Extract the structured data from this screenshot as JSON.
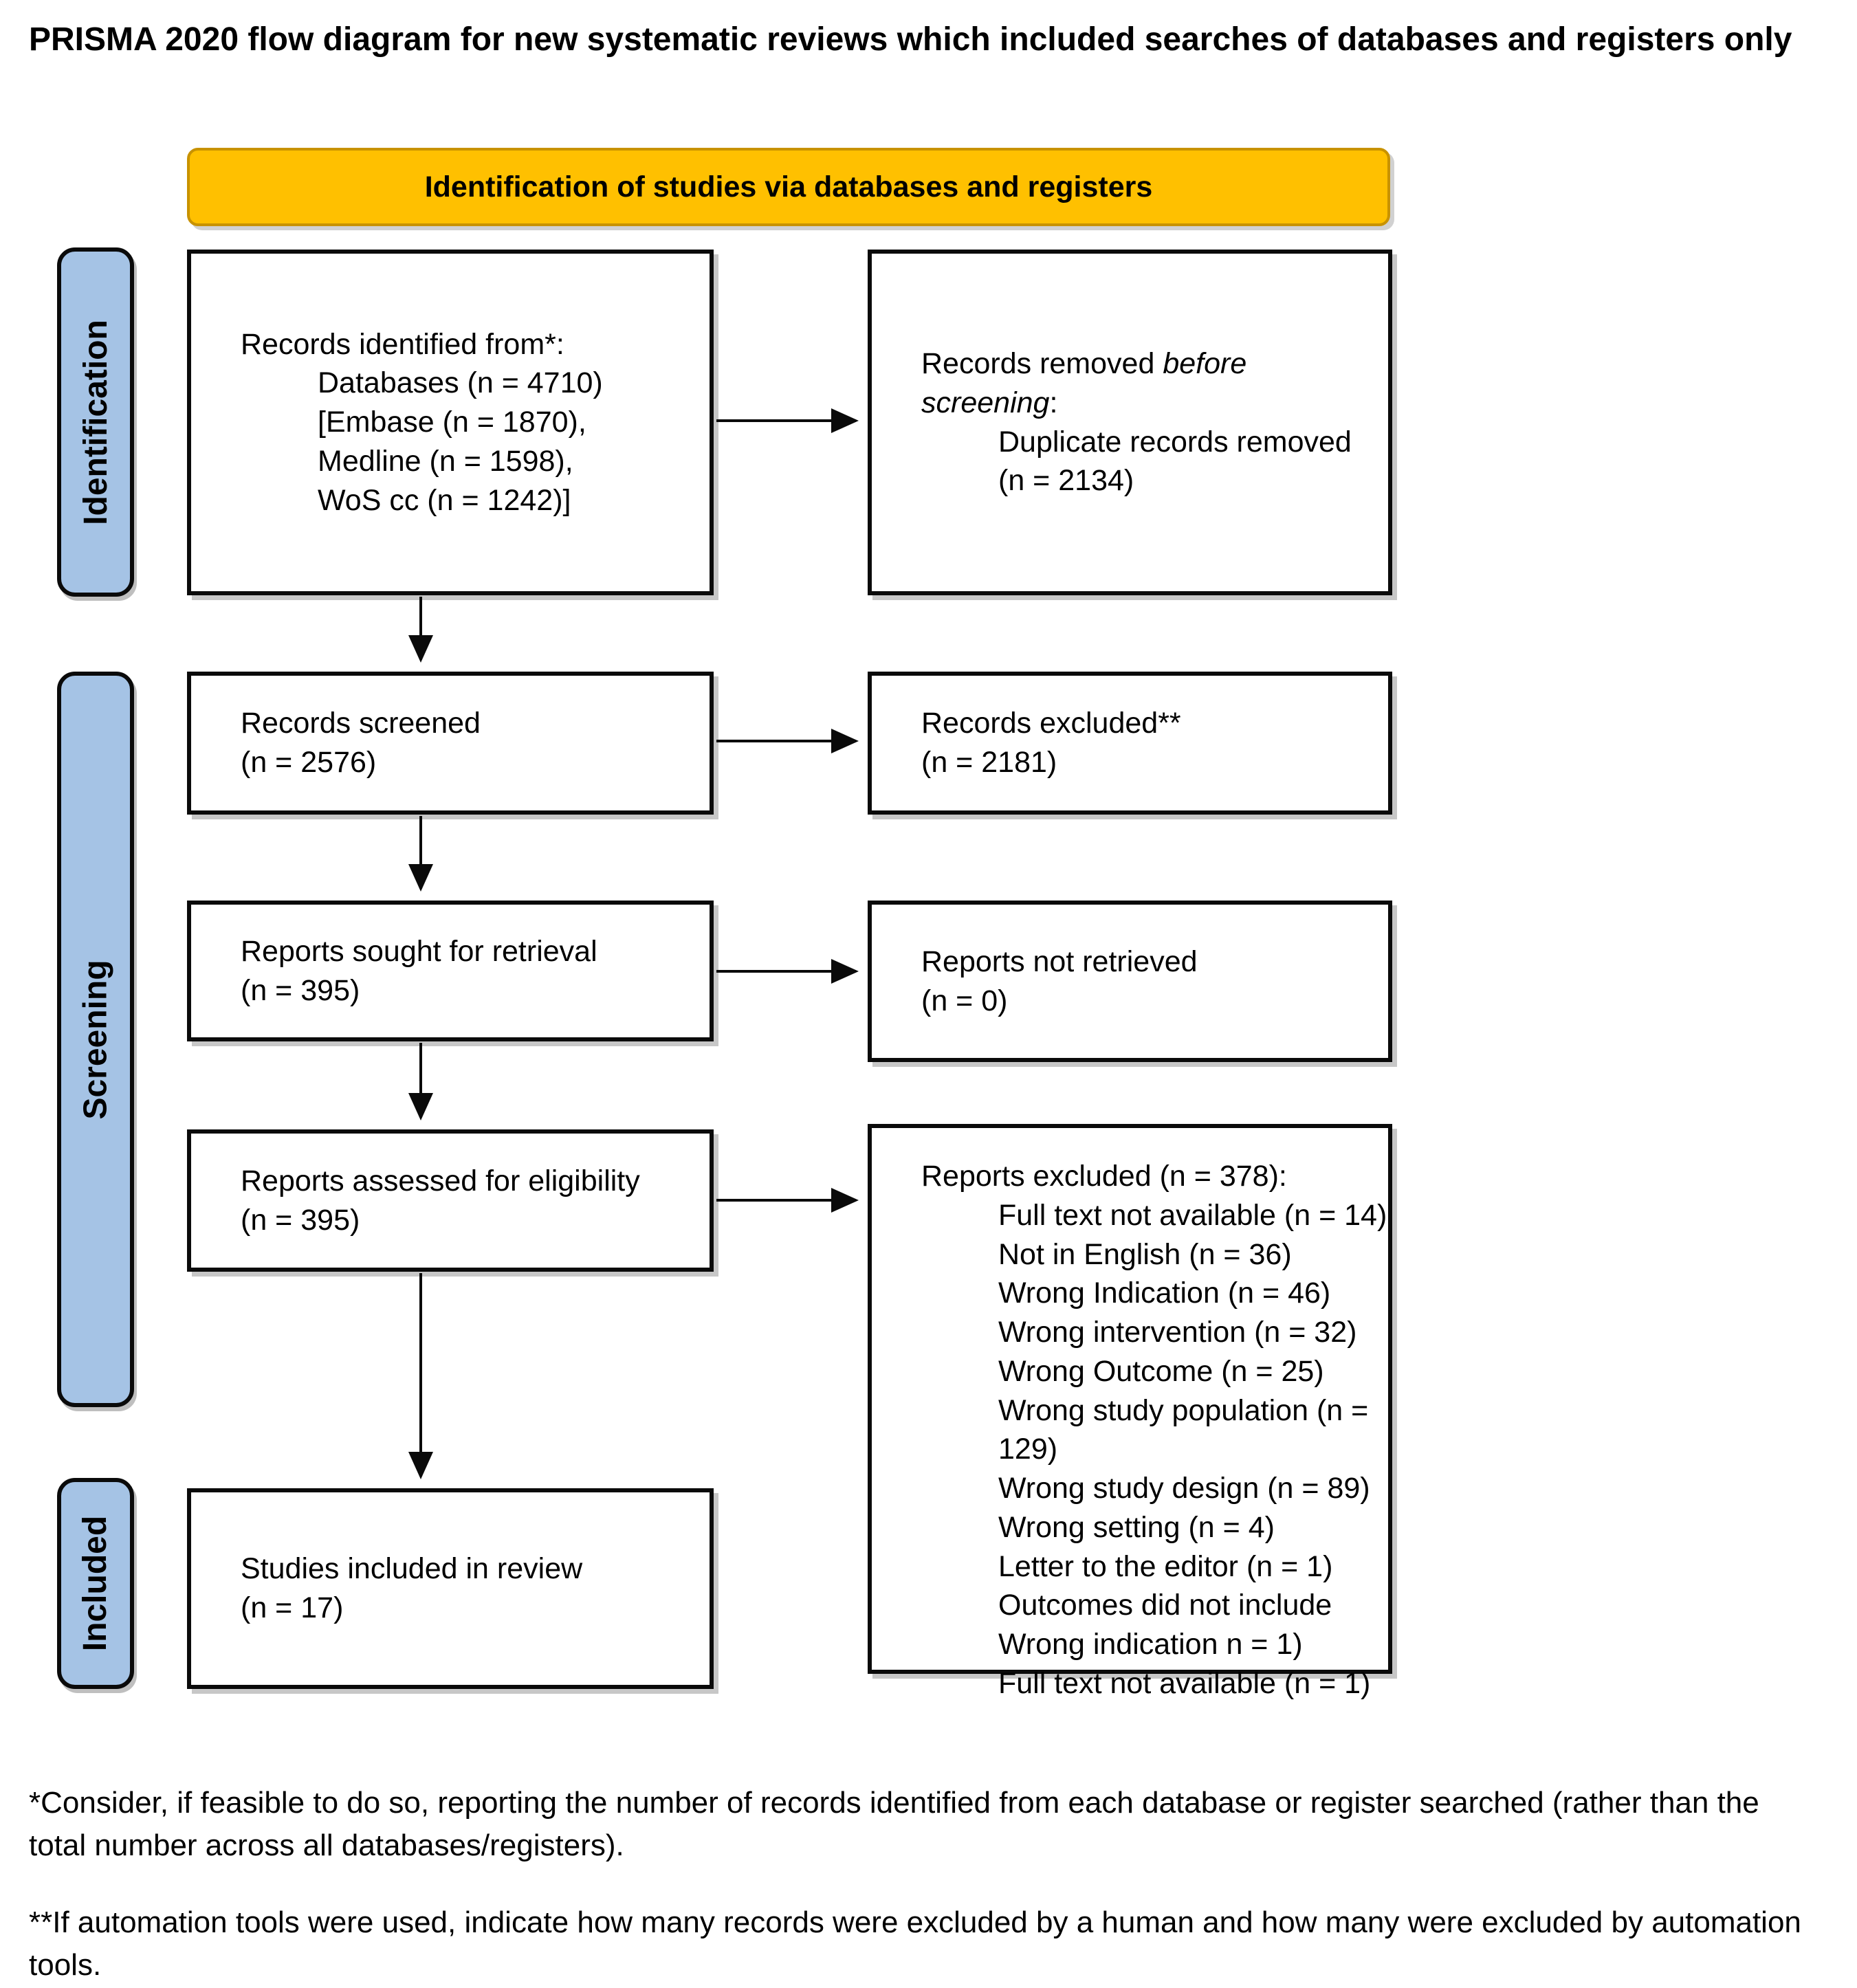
{
  "title": "PRISMA 2020 flow diagram for new systematic reviews which included searches of databases and registers only",
  "banner": {
    "label": "Identification of studies via databases and registers",
    "bg_color": "#FFC000"
  },
  "stage_labels": {
    "identification": "Identification",
    "screening": "Screening",
    "included": "Included"
  },
  "stage_color": "#A5C3E5",
  "boxes": {
    "identified": {
      "heading": "Records identified from*:",
      "items": [
        "Databases (n = 4710)",
        "[Embase (n = 1870),",
        "Medline (n = 1598),",
        "WoS cc (n = 1242)]"
      ]
    },
    "removed": {
      "line1_normal": "Records removed ",
      "line1_italic": "before",
      "line2_italic": "screening",
      "line2_suffix": ":",
      "items": [
        "Duplicate records removed",
        "(n = 2134)"
      ]
    },
    "screened": {
      "lines": [
        "Records screened",
        "(n = 2576)"
      ]
    },
    "excluded": {
      "lines": [
        "Records excluded**",
        "(n = 2181)"
      ]
    },
    "sought": {
      "lines": [
        "Reports sought for retrieval",
        "(n = 395)"
      ]
    },
    "not_retrieved": {
      "lines": [
        "Reports not retrieved",
        "(n = 0)"
      ]
    },
    "assessed": {
      "lines": [
        "Reports assessed for eligibility",
        "(n = 395)"
      ]
    },
    "reports_excluded": {
      "heading": "Reports excluded (n = 378):",
      "items": [
        "Full text not available (n = 14)",
        "Not in English (n = 36)",
        "Wrong Indication (n = 46)",
        "Wrong intervention (n = 32)",
        "Wrong Outcome (n = 25)",
        "Wrong study population (n =",
        "129)",
        "Wrong study design (n = 89)",
        "Wrong setting (n = 4)",
        "Letter to the editor (n = 1)",
        "Outcomes did not include",
        "Wrong indication n = 1)",
        "Full text not available (n = 1)"
      ]
    },
    "included": {
      "lines": [
        "Studies included in review",
        "(n = 17)"
      ]
    }
  },
  "footnotes": {
    "first": "*Consider, if feasible to do so, reporting the number of records identified from each database or register searched (rather than the total number across all databases/registers).",
    "second": "**If automation tools were used, indicate how many records were excluded by a human and how many were excluded by automation tools."
  }
}
